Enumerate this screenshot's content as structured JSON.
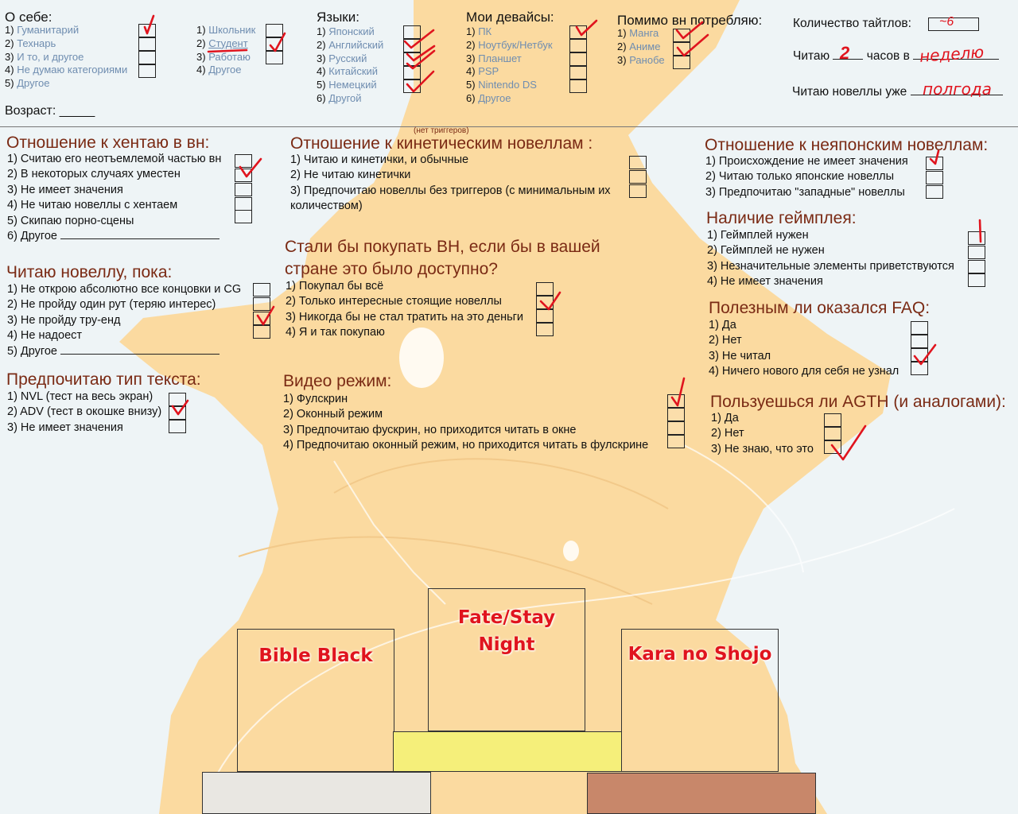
{
  "header": {
    "about": {
      "title": "О себе:",
      "options": [
        {
          "n": "1)",
          "label": "Гуманитарий"
        },
        {
          "n": "2)",
          "label": "Технарь"
        },
        {
          "n": "3)",
          "label": "И то, и другое"
        },
        {
          "n": "4)",
          "label": "Не думаю категориями"
        },
        {
          "n": "5)",
          "label": "Другое"
        }
      ],
      "age_label": "Возраст: _____"
    },
    "status": {
      "options": [
        {
          "n": "1)",
          "label": "Школьник"
        },
        {
          "n": "2)",
          "label": "Студент"
        },
        {
          "n": "3)",
          "label": "Работаю"
        },
        {
          "n": "4)",
          "label": "Другое"
        }
      ]
    },
    "languages": {
      "title": "Языки:",
      "options": [
        {
          "n": "1)",
          "label": "Японский"
        },
        {
          "n": "2)",
          "label": "Английский"
        },
        {
          "n": "3)",
          "label": "Русский"
        },
        {
          "n": "4)",
          "label": "Китайский"
        },
        {
          "n": "5)",
          "label": "Немецкий"
        },
        {
          "n": "6)",
          "label": "Другой"
        }
      ]
    },
    "devices": {
      "title": "Мои девайсы:",
      "options": [
        {
          "n": "1)",
          "label": "ПК"
        },
        {
          "n": "2)",
          "label": "Ноутбук/Нетбук"
        },
        {
          "n": "3)",
          "label": "Планшет"
        },
        {
          "n": "4)",
          "label": "PSP"
        },
        {
          "n": "5)",
          "label": "Nintendo DS"
        },
        {
          "n": "6)",
          "label": "Другое"
        }
      ]
    },
    "besides": {
      "title": "Помимо вн потребляю:",
      "options": [
        {
          "n": "1)",
          "label": "Манга"
        },
        {
          "n": "2)",
          "label": "Аниме"
        },
        {
          "n": "3)",
          "label": "Ранобе"
        }
      ]
    },
    "stats": {
      "titles_label": "Количество тайтлов:",
      "titles_value": "~6",
      "read_prefix": "Читаю",
      "read_hours": "2",
      "read_mid": "часов в",
      "read_period": "неделю",
      "since_label": "Читаю новеллы уже",
      "since_value": "полгода"
    }
  },
  "sections": {
    "hentai": {
      "title": "Отношение к хентаю в вн:",
      "options": [
        "1) Считаю его неотъемлемой частью вн",
        "2) В некоторых случаях уместен",
        "3) Не имеет значения",
        "4) Не читаю новеллы с хентаем",
        "5) Скипаю порно-сцены",
        "6) Другое"
      ]
    },
    "until": {
      "title": "Читаю новеллу, пока:",
      "options": [
        "1) Не открою абсолютно все концовки и CG",
        "2) Не пройду один рут (теряю интерес)",
        "3) Не пройду тру-енд",
        "4) Не надоест",
        "5) Другое"
      ]
    },
    "text_type": {
      "title": "Предпочитаю  тип текста:",
      "options": [
        "1) NVL (тест на весь экран)",
        "2) ADV (тест в окошке внизу)",
        "3) Не имеет значения"
      ]
    },
    "kinetic": {
      "note": "(нет триггеров)",
      "title": "Отношение к кинетическим новеллам :",
      "options": [
        "1) Читаю и кинетички, и обычные",
        "2) Не читаю кинетички",
        "3) Предпочитаю новеллы без триггеров (с минимальным их",
        "количеством)"
      ]
    },
    "buy": {
      "title_line1": "Стали бы покупать ВН, если бы в вашей",
      "title_line2": "стране это было доступно?",
      "options": [
        "1) Покупал бы всё",
        "2) Только интересные стоящие новеллы",
        "3) Никогда бы не стал тратить на это деньги",
        "4) Я и так покупаю"
      ]
    },
    "video": {
      "title": "Видео режим:",
      "options": [
        "1) Фулскрин",
        "2) Оконный режим",
        "3) Предпочитаю фускрин, но приходится читать в окне",
        "4) Предпочитаю оконный режим, но приходится читать в фулскрине"
      ]
    },
    "nonjapanese": {
      "title": "Отношение к неяпонским новеллам:",
      "options": [
        "1) Происхождение не имеет значения",
        "2) Читаю только японские новеллы",
        "3) Предпочитаю \"западные\" новеллы"
      ]
    },
    "gameplay": {
      "title": "Наличие геймплея:",
      "options": [
        "1) Геймплей нужен",
        "2) Геймплей не нужен",
        "3) Незначительные элементы приветствуются",
        "4) Не имеет значения"
      ]
    },
    "faq": {
      "title": "Полезным ли оказался FAQ:",
      "options": [
        "1) Да",
        "2) Нет",
        "3) Не читал",
        "4) Ничего нового для себя не узнал"
      ]
    },
    "agth": {
      "title": "Пользуешься ли AGTH (и аналогами):",
      "options": [
        "1) Да",
        "2) Нет",
        "3) Не знаю, что это"
      ]
    }
  },
  "podium": {
    "first": {
      "line1": "Fate/Stay",
      "line2": "Night"
    },
    "second": "Bible Black",
    "third": "Kara no Shojo",
    "colors": {
      "first": "#f5ef7a",
      "second": "#e9e7e2",
      "third": "#c8876a"
    }
  },
  "palette": {
    "background": "#eef4f6",
    "silhouette": "#fbdaa0",
    "section_title": "#7a2a14",
    "option_link": "#6f8db0",
    "handwriting": "#e0141e"
  }
}
